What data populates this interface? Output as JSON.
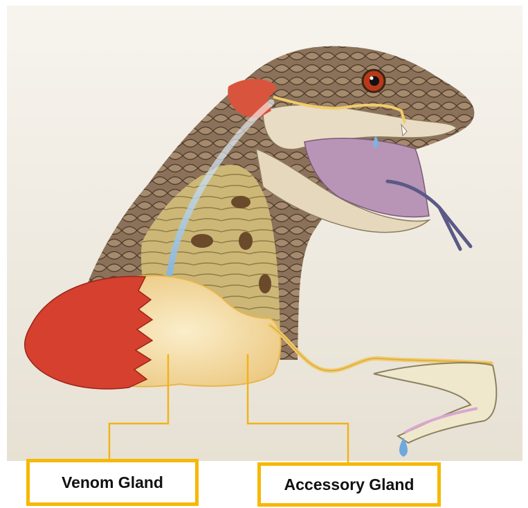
{
  "labels": {
    "venom_gland": "Venom Gland",
    "accessory_gland": "Accessory Gland"
  },
  "colors": {
    "label_border": "#f6b800",
    "leader_line": "#f2b21a",
    "muscle": "#d7402e",
    "gland": "#f3dfa4",
    "snake_scales": "#8a7057",
    "belly": "#c8b170",
    "mouth": "#b58fb1",
    "arrow": "#7db3e0"
  },
  "icons": {
    "snake": "snake-head-illustration",
    "arrow": "blue-flow-arrow",
    "fang": "fang-icon",
    "drop": "venom-drop-icon"
  }
}
